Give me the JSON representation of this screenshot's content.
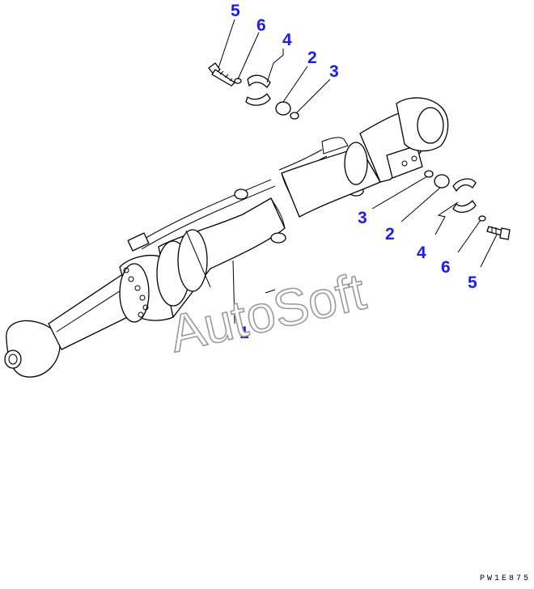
{
  "diagram": {
    "callouts": {
      "c1": "1",
      "c2a": "2",
      "c3a": "3",
      "c4a": "4",
      "c5a": "5",
      "c6a": "6",
      "c2b": "2",
      "c3b": "3",
      "c4b": "4",
      "c5b": "5",
      "c6b": "6"
    },
    "watermark": "AutoSoft",
    "drawing_code": "PW1E875",
    "colors": {
      "callout": "#1a1aff",
      "line": "#000000",
      "watermark_outline": "#9a9a9a",
      "background": "#ffffff"
    }
  }
}
